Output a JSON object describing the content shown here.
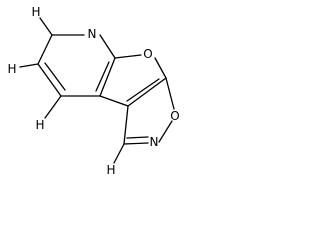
{
  "molecule": {
    "atoms": {
      "n_pyridine": "N",
      "o_furan": "O",
      "o_isoxazole": "O",
      "n_isoxazole": "N",
      "h_c2": "H",
      "h_c3": "H",
      "h_c4": "H",
      "h_c3_isoxazole": "H"
    }
  }
}
